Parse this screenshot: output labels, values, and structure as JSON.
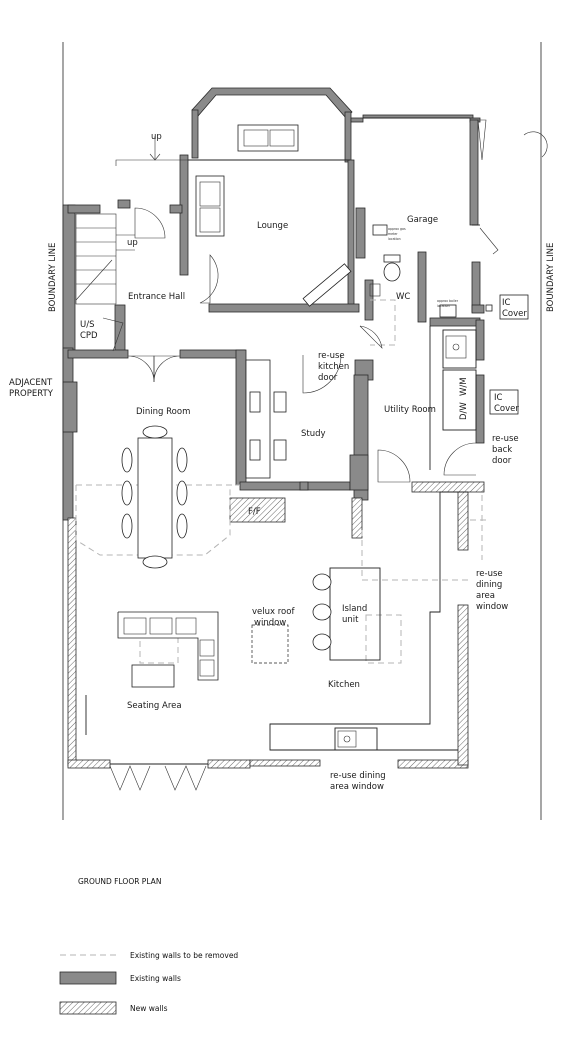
{
  "plan": {
    "title": "GROUND FLOOR PLAN",
    "side_labels": {
      "boundary_left": "BOUNDARY LINE",
      "boundary_right": "BOUNDARY LINE",
      "adjacent_1": "ADJACENT",
      "adjacent_2": "PROPERTY"
    },
    "rooms": {
      "lounge": "Lounge",
      "garage": "Garage",
      "entrance_hall": "Entrance Hall",
      "wc": "WC",
      "us_cpd_1": "U/S",
      "us_cpd_2": "CPD",
      "dining_room": "Dining Room",
      "study": "Study",
      "utility_room": "Utility Room",
      "kitchen": "Kitchen",
      "seating_area": "Seating Area"
    },
    "notes": {
      "up_1": "up",
      "up_2": "up",
      "reuse_kitchen_door_1": "re-use",
      "reuse_kitchen_door_2": "kitchen",
      "reuse_kitchen_door_3": "door",
      "reuse_back_door_1": "re-use",
      "reuse_back_door_2": "back",
      "reuse_back_door_3": "door",
      "reuse_dining_window_1": "re-use",
      "reuse_dining_window_2": "dining",
      "reuse_dining_window_3": "area",
      "reuse_dining_window_4": "window",
      "reuse_dining_window_b1": "re-use dining",
      "reuse_dining_window_b2": "area window",
      "velux_1": "velux roof",
      "velux_2": "window",
      "island_1": "Island",
      "island_2": "unit",
      "ff": "F/F",
      "ic_cover_1a": "IC",
      "ic_cover_1b": "Cover",
      "ic_cover_2a": "IC",
      "ic_cover_2b": "Cover",
      "wm": "W/M",
      "dw": "D/W",
      "gas_meter_1": "approx gas",
      "gas_meter_2": "meter",
      "gas_meter_3": "location",
      "boiler_1": "approx boiler",
      "boiler_2": "location"
    },
    "legend": [
      {
        "label": "Existing walls to be removed",
        "swatch": "dashed"
      },
      {
        "label": "Existing walls",
        "swatch": "solid-grey"
      },
      {
        "label": "New walls",
        "swatch": "hatched"
      }
    ],
    "colors": {
      "existing_wall": "#8a8a8a",
      "removed_wall": "#b5b5b5",
      "line": "#222222"
    }
  }
}
